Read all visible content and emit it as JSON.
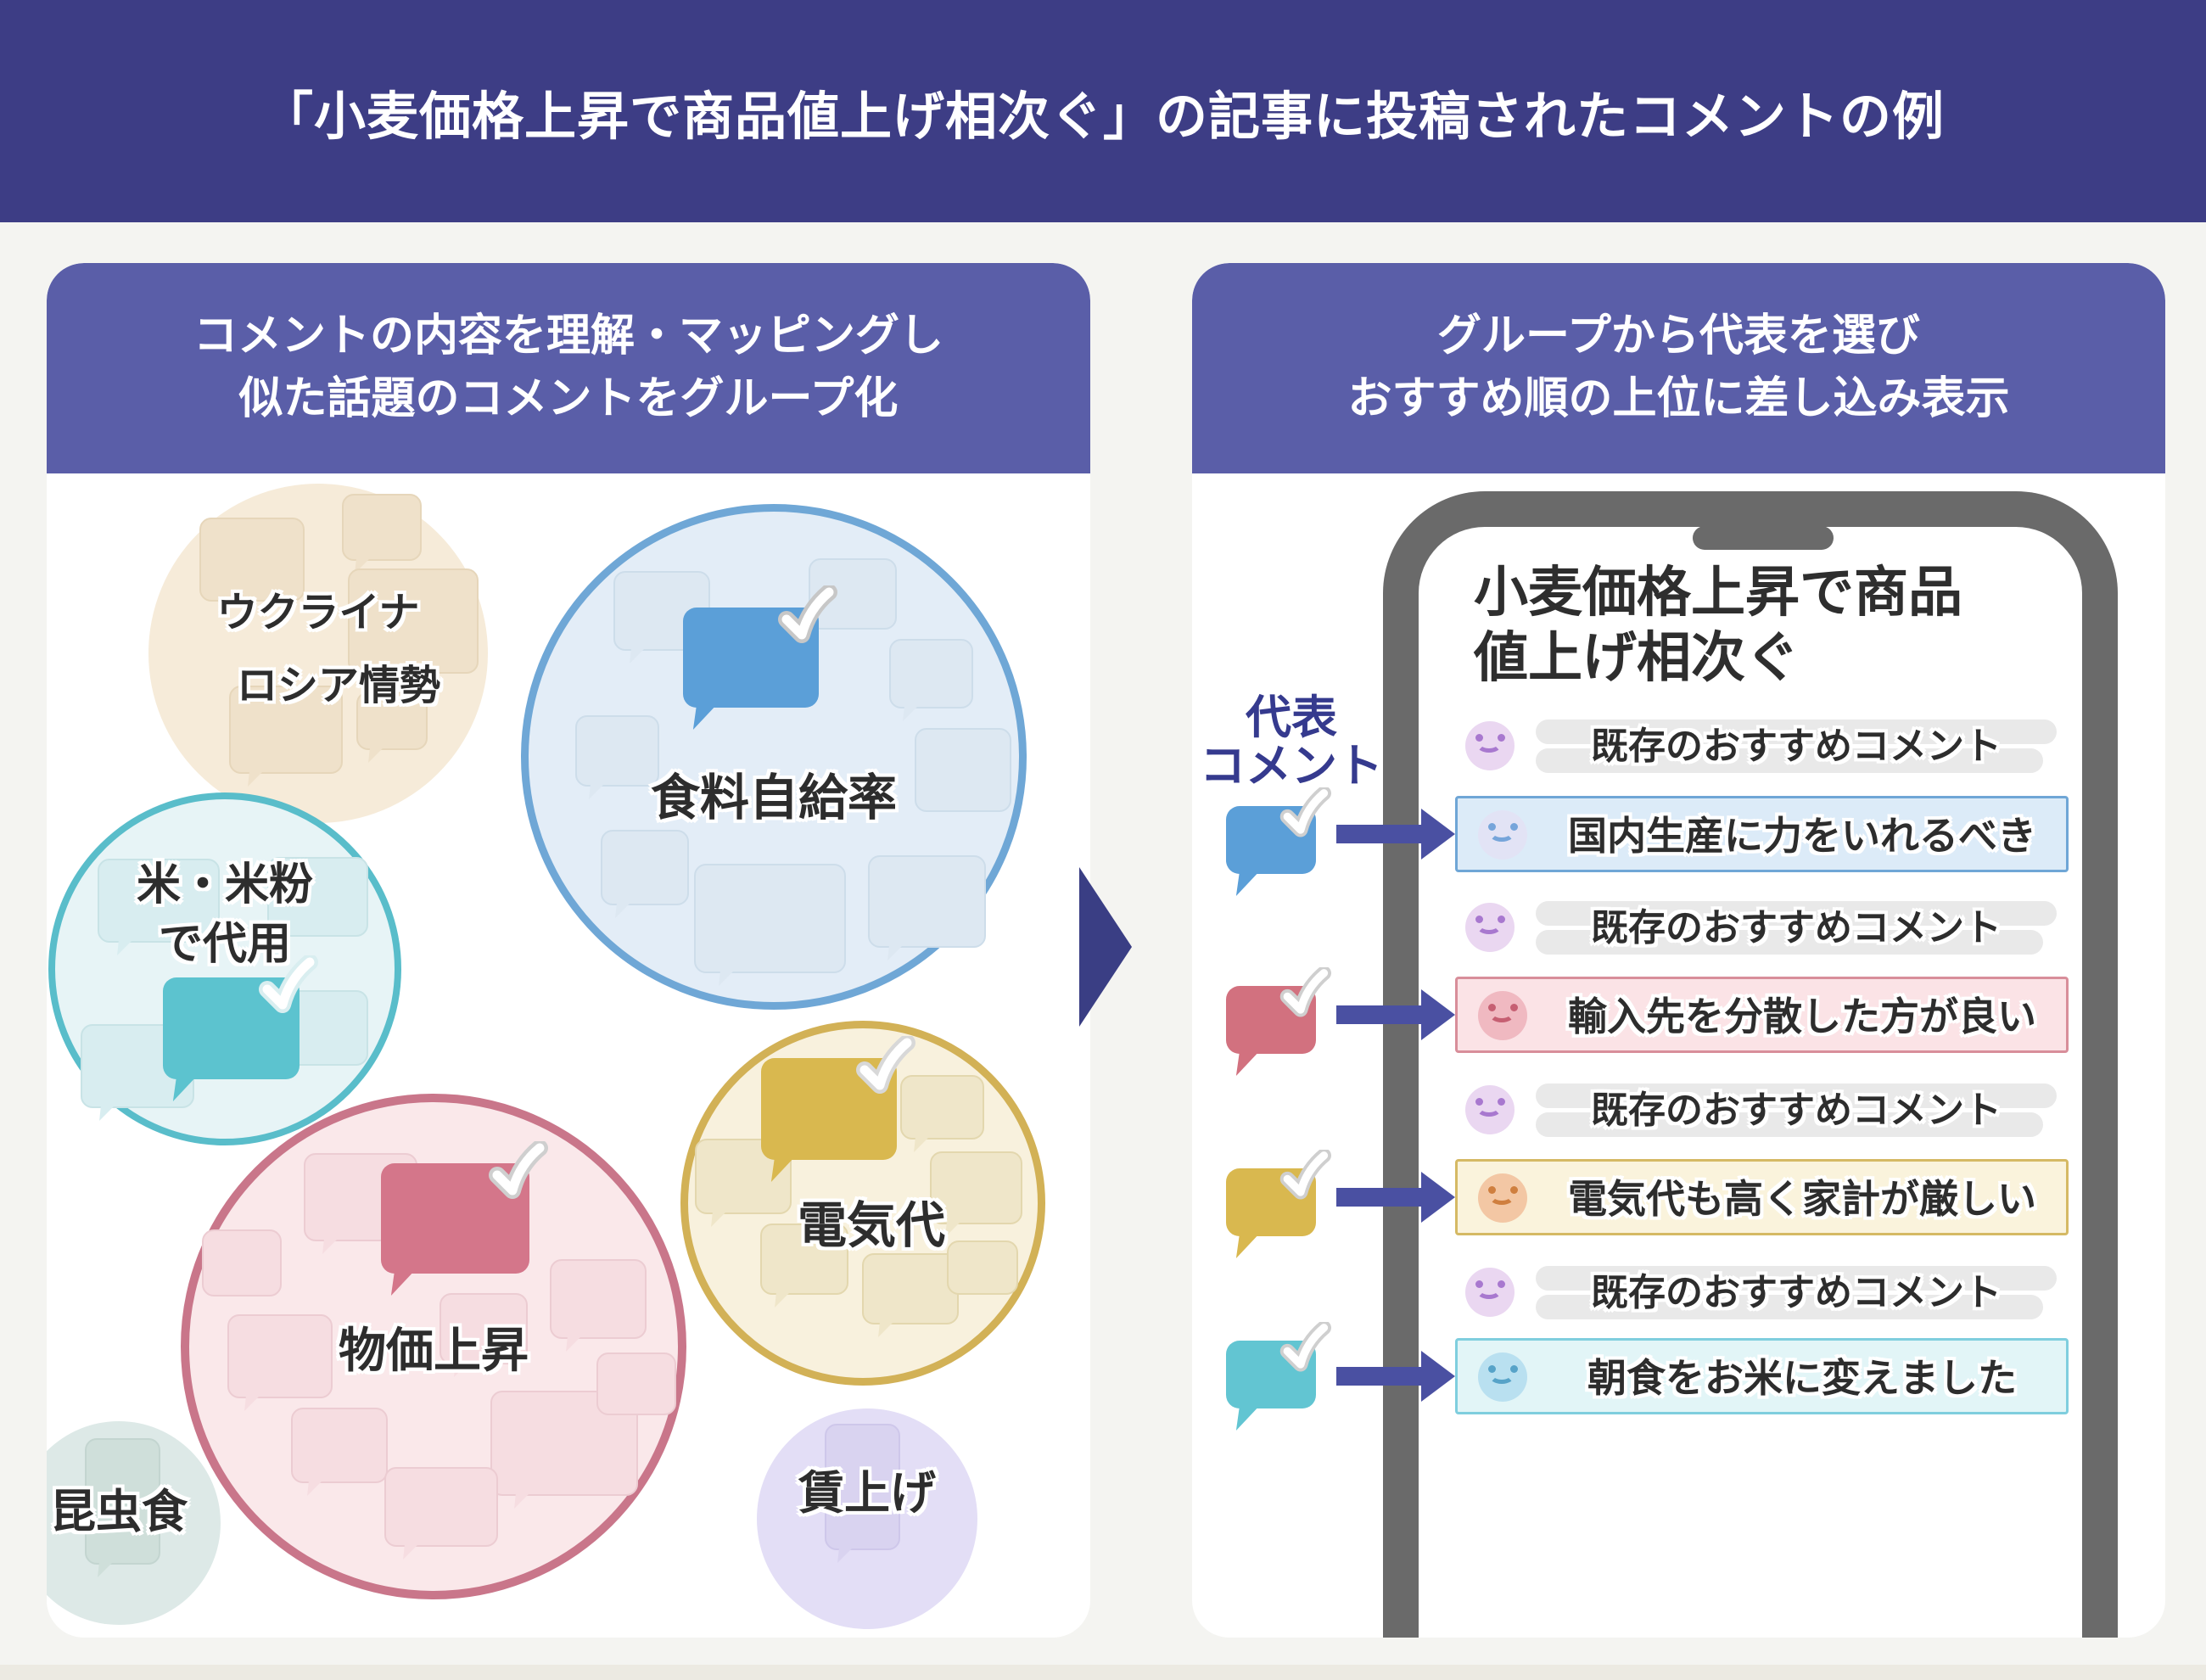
{
  "banner": {
    "title": "「小麦価格上昇で商品値上げ相次ぐ」の記事に投稿されたコメントの例"
  },
  "left_panel": {
    "header": {
      "line1": "コメントの内容を理解・マッピングし",
      "line2": "似た話題のコメントをグループ化"
    },
    "clusters": {
      "ukraine": {
        "line1": "ウクライナ",
        "line2": "ロシア情勢",
        "fill": "#f6ebd9"
      },
      "food_self_sufficiency": {
        "label": "食料自給率",
        "border": "#6fa7d6",
        "fill": "#e3edf7",
        "bubble": "#5b9fd8"
      },
      "rice_substitute": {
        "line1": "米・米粉",
        "line2": "で代用",
        "border": "#59bdca",
        "fill": "#e7f4f6",
        "bubble": "#5cc3cf"
      },
      "price_rise": {
        "label": "物価上昇",
        "border": "#c9768a",
        "fill": "#fae8ea",
        "bubble": "#d4768a"
      },
      "electricity_cost": {
        "label": "電気代",
        "border": "#d2b156",
        "fill": "#f8f1dd",
        "bubble": "#d9b84f"
      },
      "wage_raise": {
        "label": "賃上げ",
        "fill": "#e3def6"
      },
      "insect_food": {
        "label": "昆虫食",
        "fill": "#dde9e7"
      }
    }
  },
  "right_panel": {
    "header": {
      "line1": "グループから代表を選び",
      "line2": "おすすめ順の上位に差し込み表示"
    },
    "representative_label": {
      "line1": "代表",
      "line2": "コメント"
    },
    "phone": {
      "article_title": {
        "line1": "小麦価格上昇で商品",
        "line2": "値上げ相次ぐ"
      },
      "rows": [
        {
          "type": "existing",
          "text": "既存のおすすめコメント"
        },
        {
          "type": "representative",
          "theme": "blue",
          "text": "国内生産に力をいれるべき"
        },
        {
          "type": "existing",
          "text": "既存のおすすめコメント"
        },
        {
          "type": "representative",
          "theme": "pink",
          "text": "輸入先を分散した方が良い"
        },
        {
          "type": "existing",
          "text": "既存のおすすめコメント"
        },
        {
          "type": "representative",
          "theme": "yellow",
          "text": "電気代も高く家計が厳しい"
        },
        {
          "type": "existing",
          "text": "既存のおすすめコメント"
        },
        {
          "type": "representative",
          "theme": "cyan",
          "text": "朝食をお米に変えました"
        }
      ]
    }
  },
  "colors": {
    "banner_bg": "#3d3d85",
    "panel_header_bg": "#5a5ea8",
    "page_bg": "#f4f4f1",
    "accent_indigo": "#4a50a2",
    "flow_arrow": "#3a3e84",
    "phone_frame": "#6a6a6a",
    "row_highlight_blue": "#dcebf8",
    "row_highlight_pink": "#fbe3e6",
    "row_highlight_yellow": "#faf3dc",
    "row_highlight_cyan": "#e2f5f7"
  }
}
